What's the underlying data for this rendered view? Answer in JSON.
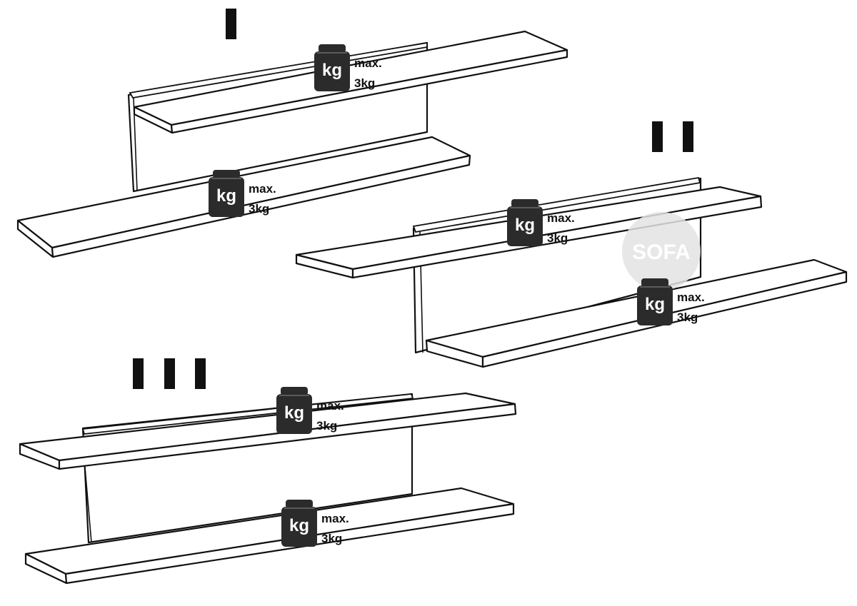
{
  "variants": [
    {
      "id": "I",
      "roman_marks": 1
    },
    {
      "id": "II",
      "roman_marks": 2
    },
    {
      "id": "III",
      "roman_marks": 3
    }
  ],
  "weight": {
    "unit_label": "kg",
    "max_line": "max.",
    "load_line": "3kg",
    "max_load_kg": 3
  },
  "watermark": {
    "text": "SOFA"
  },
  "colors": {
    "ink": "#111111",
    "weight_body": "#2b2b2b",
    "watermark_disc": "#e3e3e3"
  }
}
